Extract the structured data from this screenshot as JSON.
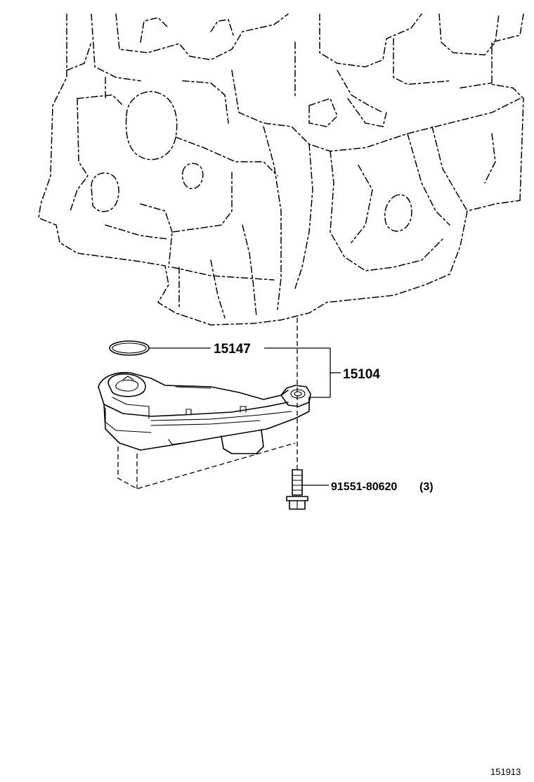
{
  "callouts": {
    "o_ring": "15147",
    "strainer_assembly": "15104",
    "bolt": "91551-80620",
    "bolt_qty": "(3)"
  },
  "figure_number": "151913",
  "colors": {
    "line": "#000000",
    "background": "#ffffff"
  }
}
